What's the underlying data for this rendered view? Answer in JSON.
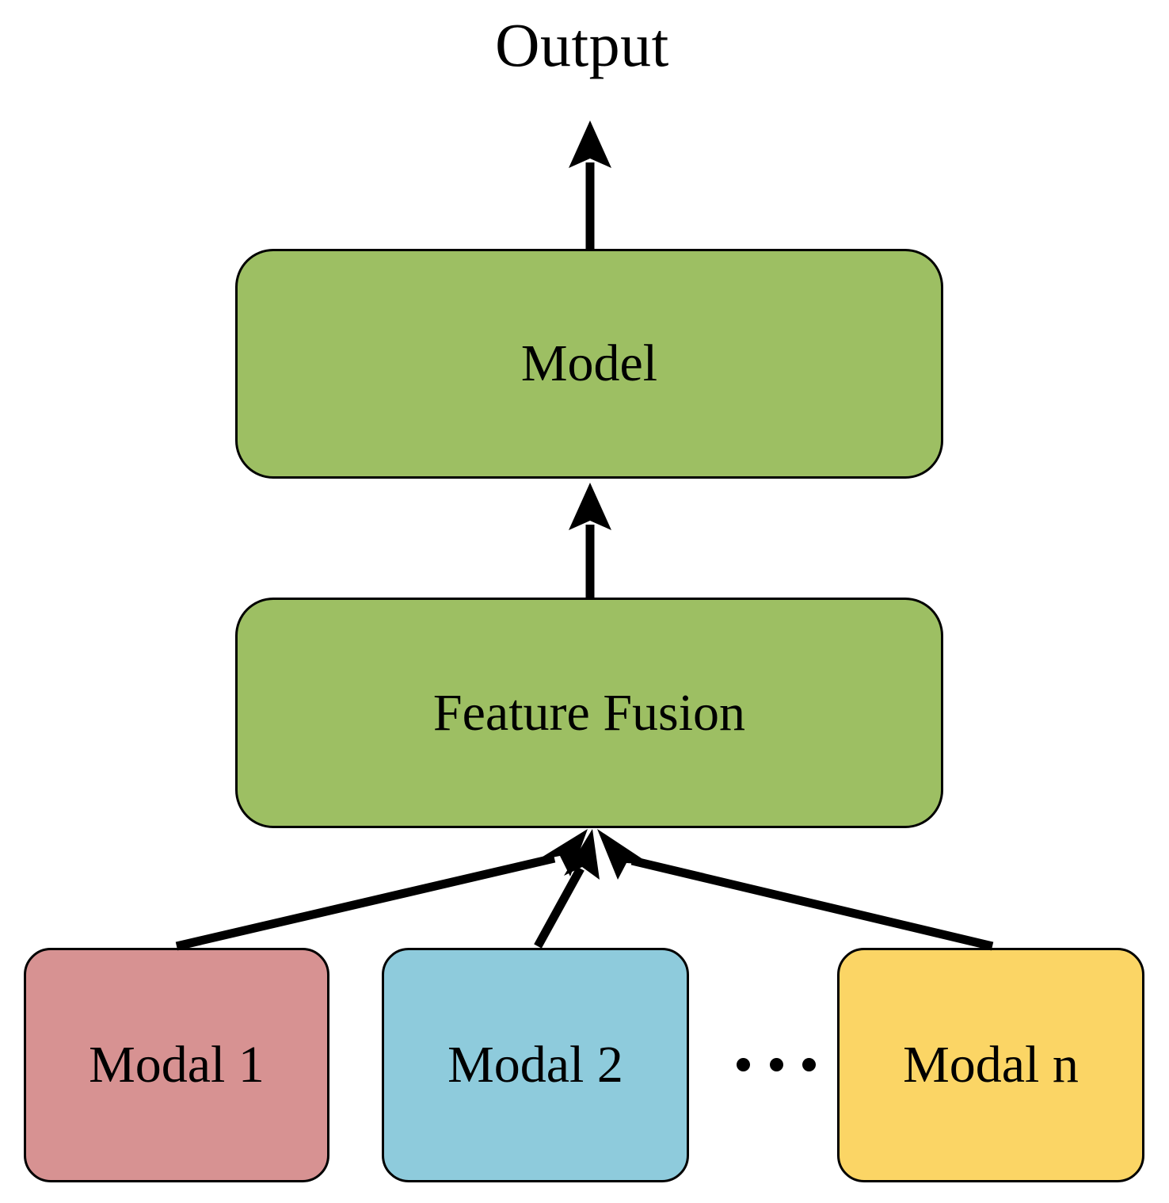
{
  "diagram": {
    "title": "Output",
    "type": "flow-diagram",
    "description": "Multimodal fusion architecture: several modality inputs feed a Feature Fusion block, which feeds a Model block, which produces the Output.",
    "colors": {
      "green": "#9dbf63",
      "rose": "#d79292",
      "blue": "#8ecbdc",
      "yellow": "#fbd565",
      "stroke": "#000000",
      "background": "#ffffff",
      "text": "#000000"
    },
    "output_label": "Output",
    "nodes": [
      {
        "id": "model",
        "label": "Model",
        "color": "#9dbf63"
      },
      {
        "id": "fusion",
        "label": "Feature Fusion",
        "color": "#9dbf63"
      },
      {
        "id": "modal1",
        "label": "Modal 1",
        "color": "#d79292"
      },
      {
        "id": "modal2",
        "label": "Modal 2",
        "color": "#8ecbdc"
      },
      {
        "id": "modaln",
        "label": "Modal n",
        "color": "#fbd565"
      }
    ],
    "ellipsis": "…",
    "edges": [
      {
        "from": "model",
        "to": "output",
        "style": "solid-arrow"
      },
      {
        "from": "fusion",
        "to": "model",
        "style": "solid-arrow"
      },
      {
        "from": "modal1",
        "to": "fusion",
        "style": "solid-arrow"
      },
      {
        "from": "modal2",
        "to": "fusion",
        "style": "solid-arrow"
      },
      {
        "from": "modaln",
        "to": "fusion",
        "style": "solid-arrow"
      }
    ]
  }
}
